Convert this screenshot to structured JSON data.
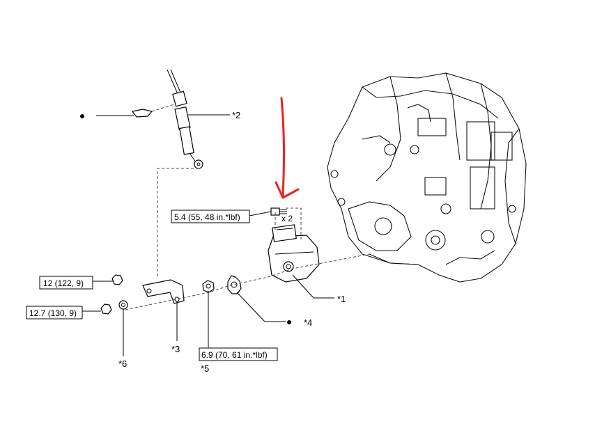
{
  "torques": {
    "bolt": "5.4 (55, 48 in.*lbf)",
    "nut_upper": "12 (122, 9)",
    "nut_lower": "12.7 (130, 9)",
    "nut_mid": "6.9 (70, 61 in.*lbf)"
  },
  "quantity": "x 2",
  "callouts": {
    "c1": "*1",
    "c2": "*2",
    "c3": "*3",
    "c4": "*4",
    "c5": "*5",
    "c6": "*6"
  },
  "colors": {
    "annotation_arrow": "#e8231f",
    "lines": "#000000"
  }
}
